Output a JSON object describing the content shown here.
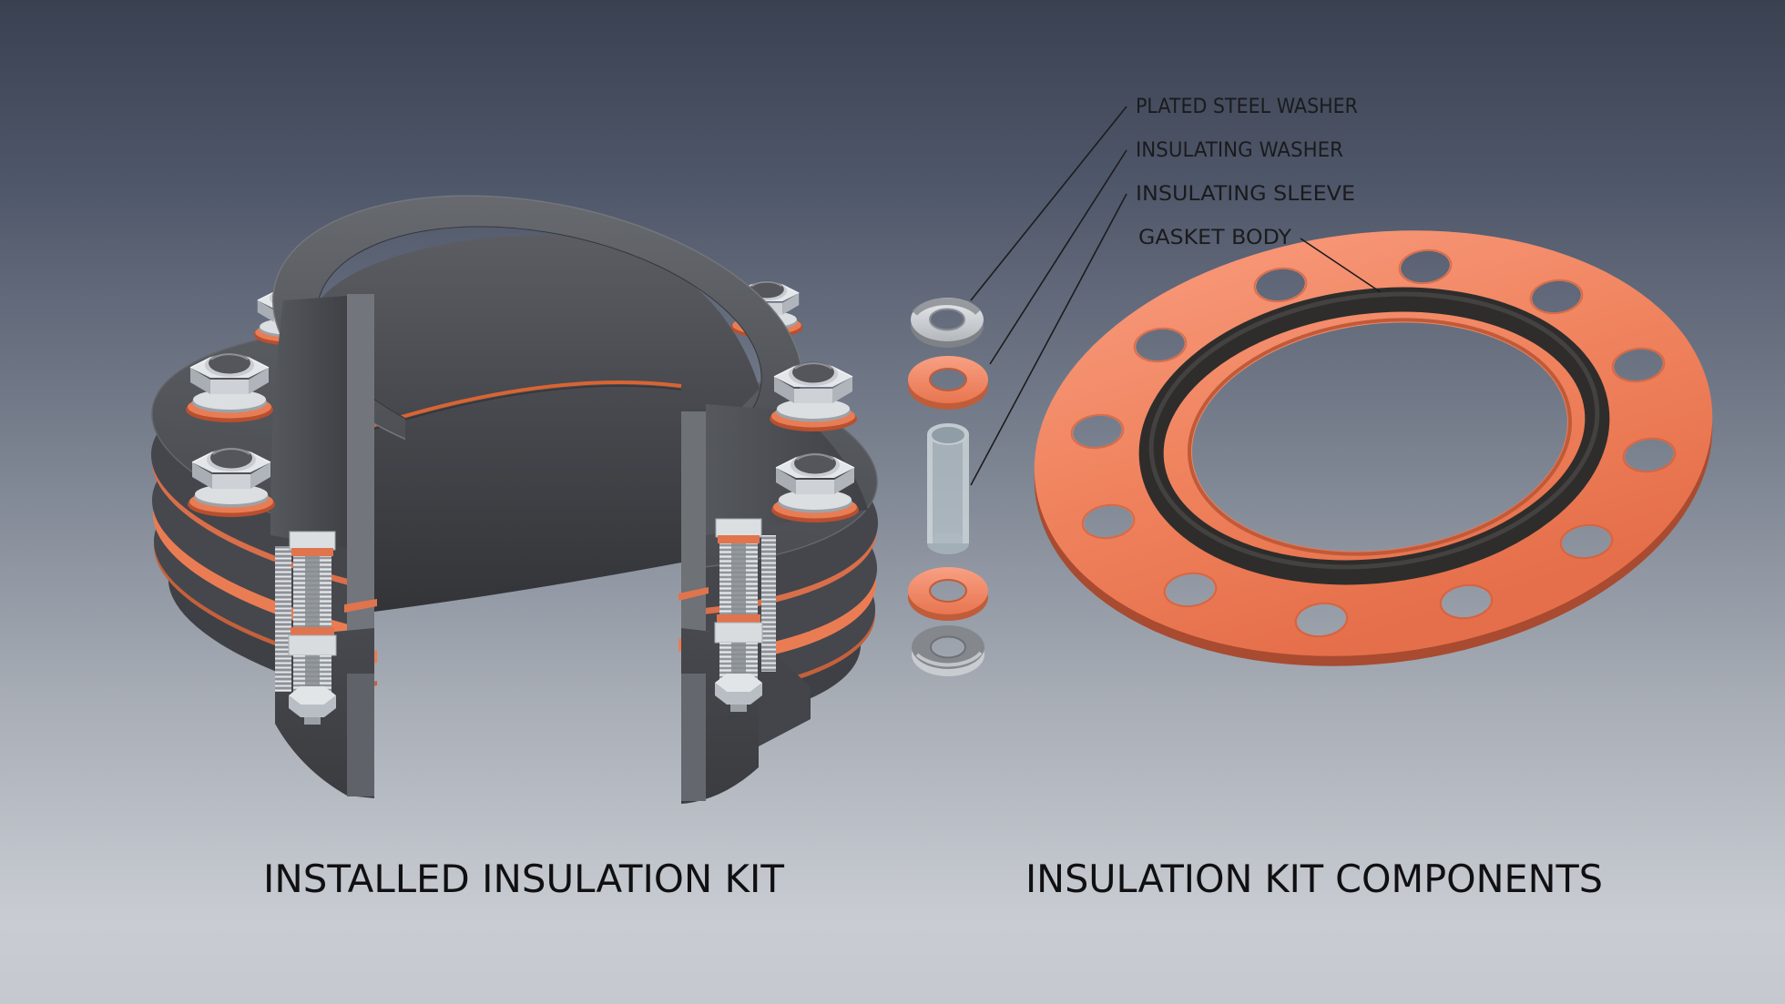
{
  "titles": {
    "left": "INSTALLED INSULATION KIT",
    "right": "INSULATION KIT COMPONENTS"
  },
  "labels": {
    "plated_steel_washer": "PLATED STEEL WASHER",
    "insulating_washer": "INSULATING WASHER",
    "insulating_sleeve": "INSULATING SLEEVE",
    "gasket_body": "GASKET BODY"
  },
  "colors": {
    "background_top": "#3a4151",
    "background_bottom": "#c6cad0",
    "pipe_gray": "#4b4d52",
    "gasket_salmon": "#f0845f",
    "insulator_orange": "#e87d55",
    "oring_black": "#2e2d2c",
    "steel": "#dcdfe2",
    "label_text": "#1d1d1f"
  }
}
